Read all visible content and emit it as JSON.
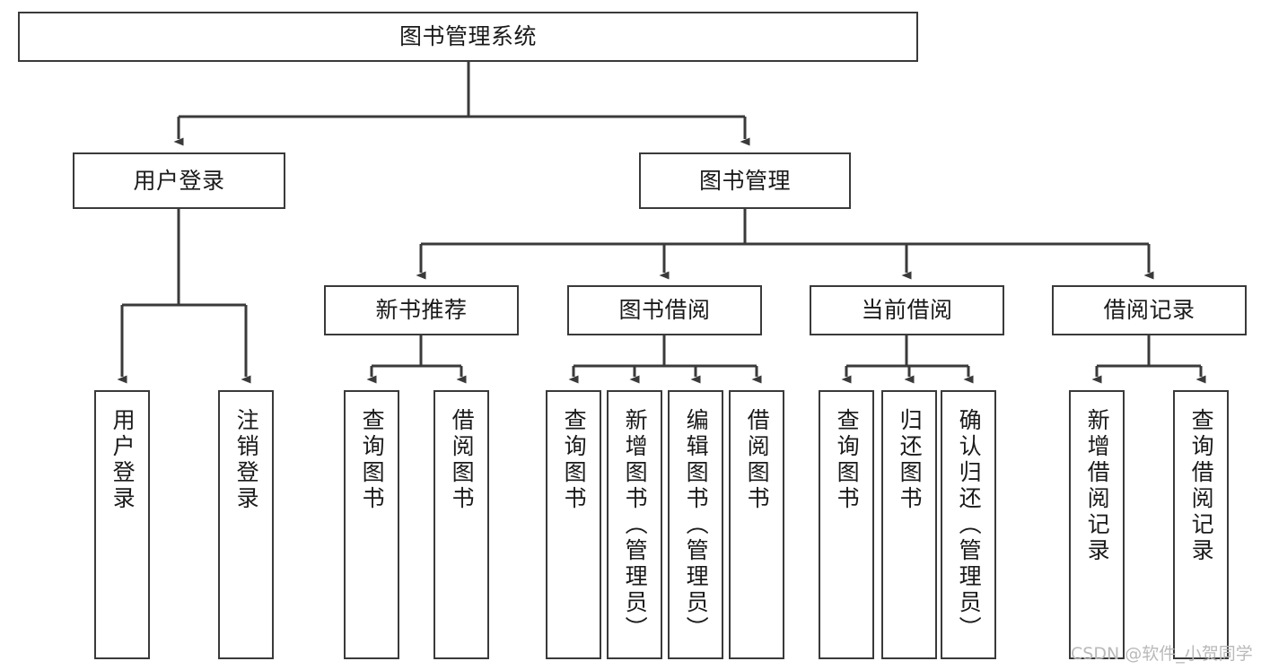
{
  "diagram": {
    "type": "tree-hierarchy-chart",
    "title": "图书管理系统",
    "line_color": "#3a3a3a",
    "box_fill": "#ffffff",
    "text_color": "#1a1a1a",
    "watermark": "CSDN @软件_小贺同学",
    "levels": {
      "root": {
        "label": "图书管理系统"
      },
      "level2": [
        {
          "id": "user-login",
          "label": "用户登录"
        },
        {
          "id": "book-management",
          "label": "图书管理"
        }
      ],
      "level3": [
        {
          "id": "new-book-recommend",
          "label": "新书推荐",
          "parent": "book-management"
        },
        {
          "id": "book-borrow",
          "label": "图书借阅",
          "parent": "book-management"
        },
        {
          "id": "current-borrow",
          "label": "当前借阅",
          "parent": "book-management"
        },
        {
          "id": "borrow-record",
          "label": "借阅记录",
          "parent": "book-management"
        }
      ],
      "leaves": [
        {
          "id": "leaf-user-login",
          "label": "用户登录",
          "parent": "user-login"
        },
        {
          "id": "leaf-logout-login",
          "label": "注销登录",
          "parent": "user-login"
        },
        {
          "id": "leaf-query-book-1",
          "label": "查询图书",
          "parent": "new-book-recommend"
        },
        {
          "id": "leaf-borrow-book-1",
          "label": "借阅图书",
          "parent": "new-book-recommend"
        },
        {
          "id": "leaf-query-book-2",
          "label": "查询图书",
          "parent": "book-borrow"
        },
        {
          "id": "leaf-add-book",
          "label": "新增图书（管理员）",
          "parent": "book-borrow"
        },
        {
          "id": "leaf-edit-book",
          "label": "编辑图书（管理员）",
          "parent": "book-borrow"
        },
        {
          "id": "leaf-borrow-book-2",
          "label": "借阅图书",
          "parent": "book-borrow"
        },
        {
          "id": "leaf-query-book-3",
          "label": "查询图书",
          "parent": "current-borrow"
        },
        {
          "id": "leaf-return-book",
          "label": "归还图书",
          "parent": "current-borrow"
        },
        {
          "id": "leaf-confirm-return",
          "label": "确认归还（管理员）",
          "parent": "current-borrow"
        },
        {
          "id": "leaf-add-record",
          "label": "新增借阅记录",
          "parent": "borrow-record"
        },
        {
          "id": "leaf-query-record",
          "label": "查询借阅记录",
          "parent": "borrow-record"
        }
      ]
    }
  }
}
